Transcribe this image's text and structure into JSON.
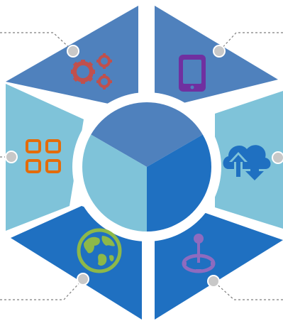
{
  "diagram": {
    "segments": [
      {
        "name": "top-left",
        "color": "#4f81bd",
        "icon": "gears-icon",
        "icon_color": "#c0504d"
      },
      {
        "name": "top-right",
        "color": "#4f81bd",
        "icon": "tablet-icon",
        "icon_color": "#7030a0"
      },
      {
        "name": "right",
        "color": "#7fc3d9",
        "icon": "cloud-sync-icon",
        "icon_color": "#1f70c1"
      },
      {
        "name": "bottom-right",
        "color": "#1f70c1",
        "icon": "joystick-icon",
        "icon_color": "#8e6bbf"
      },
      {
        "name": "bottom-left",
        "color": "#1f70c1",
        "icon": "globe-icon",
        "icon_color": "#8db849"
      },
      {
        "name": "left",
        "color": "#7fc3d9",
        "icon": "grid-icon",
        "icon_color": "#e46c0a"
      }
    ],
    "core": {
      "colors": [
        "#4f81bd",
        "#1f70c1",
        "#7fc3d9"
      ]
    },
    "connector_color": "#c8c8c8",
    "line_color": "#7f7f7f"
  }
}
